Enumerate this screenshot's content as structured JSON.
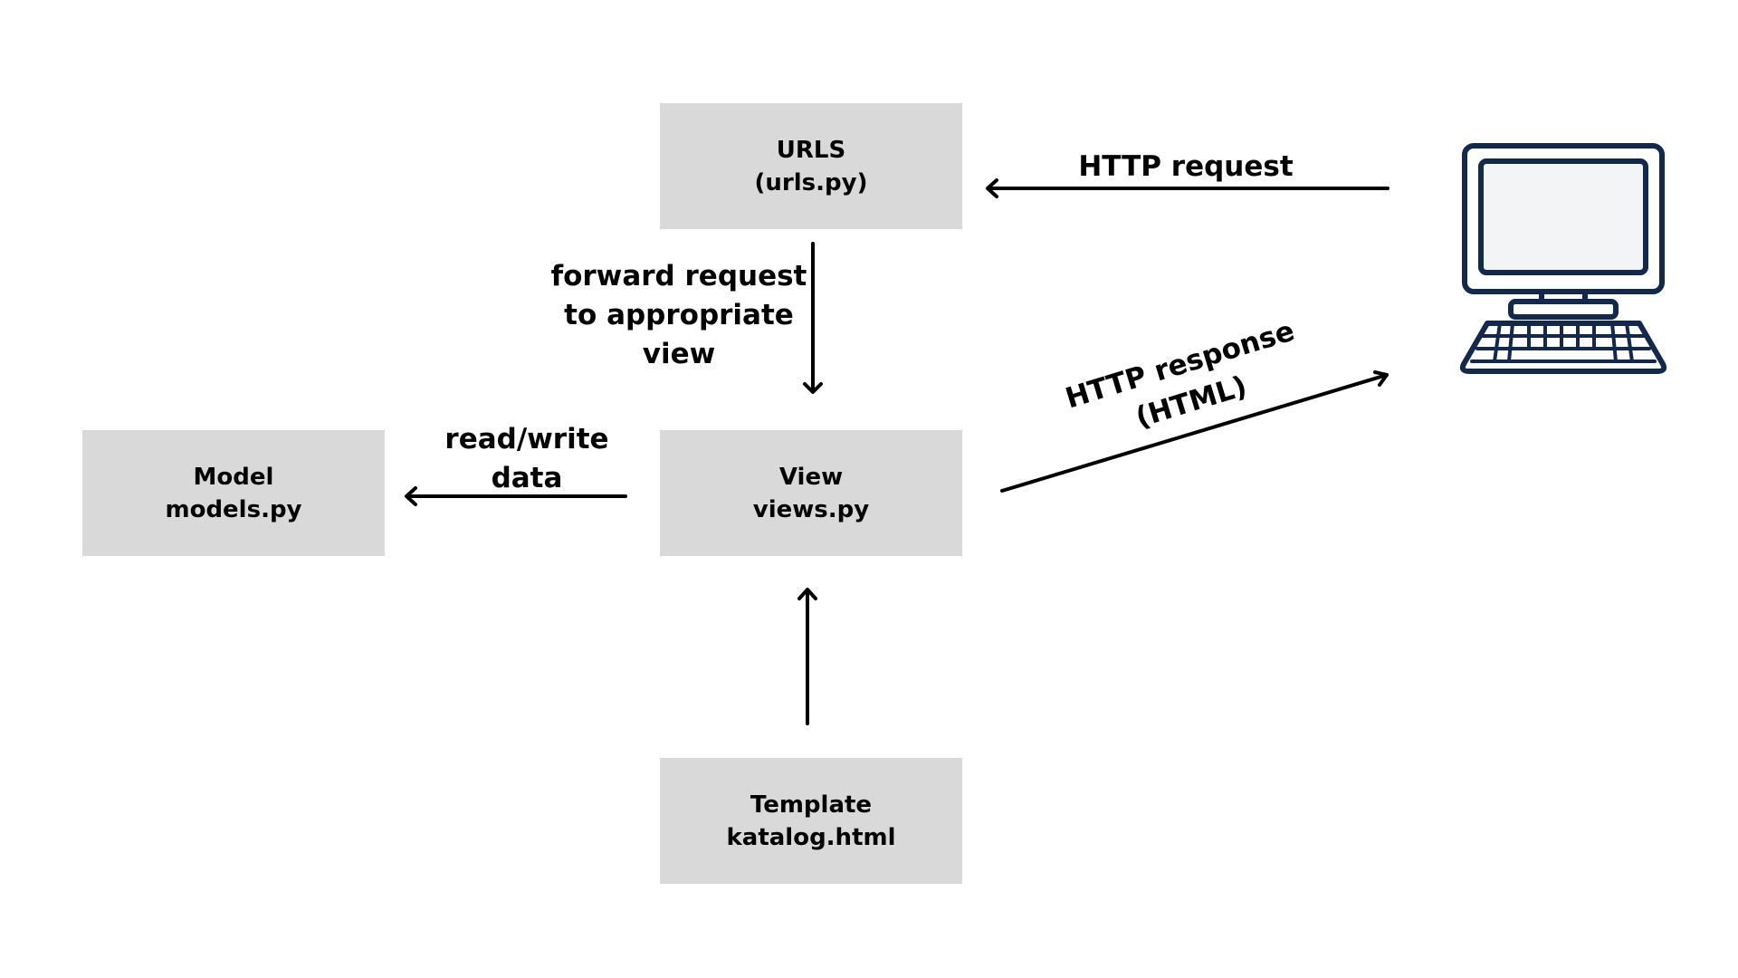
{
  "nodes": {
    "urls": {
      "line1": "URLS",
      "line2": "(urls.py)"
    },
    "view": {
      "line1": "View",
      "line2": "views.py"
    },
    "model": {
      "line1": "Model",
      "line2": "models.py"
    },
    "template": {
      "line1": "Template",
      "line2": "katalog.html"
    }
  },
  "edges": {
    "http_request": "HTTP request",
    "http_response": {
      "line1": "HTTP response",
      "line2": "(HTML)"
    },
    "forward": {
      "line1": "forward request",
      "line2": "to appropriate",
      "line3": "view"
    },
    "read_write": {
      "line1": "read/write",
      "line2": "data"
    }
  },
  "colors": {
    "box": "#d9d9d9",
    "line": "#000000",
    "computer_outline": "#14284b",
    "screen": "#f2f4f6"
  },
  "icons": {
    "client": "desktop-computer-icon"
  }
}
